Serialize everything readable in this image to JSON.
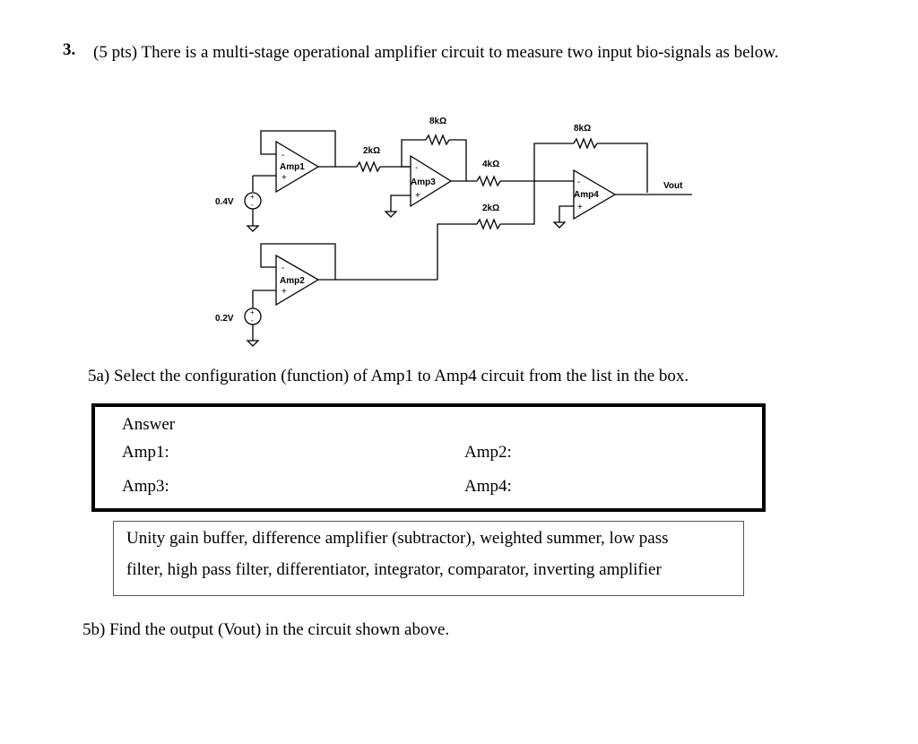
{
  "question": {
    "number": "3.",
    "text": "(5 pts) There is a multi-stage operational amplifier circuit to measure two input bio-signals as below."
  },
  "circuit": {
    "resistors": {
      "r_amp1_in": "2kΩ",
      "r_amp3_fb": "8kΩ",
      "r_amp4_in_a": "4kΩ",
      "r_amp4_in_b": "2kΩ",
      "r_amp4_fb": "8kΩ"
    },
    "amplifiers": {
      "amp1": "Amp1",
      "amp2": "Amp2",
      "amp3": "Amp3",
      "amp4": "Amp4"
    },
    "sources": {
      "v1": "0.4V",
      "v2": "0.2V"
    },
    "output_label": "Vout",
    "minus": "-",
    "plus": "+"
  },
  "q5a": "5a) Select the configuration (function) of Amp1 to Amp4 circuit from the list in the box.",
  "answer_box": {
    "heading": "Answer",
    "amp1": "Amp1:",
    "amp2": "Amp2:",
    "amp3": "Amp3:",
    "amp4": "Amp4:"
  },
  "options": {
    "line1": "Unity gain buffer, difference amplifier (subtractor), weighted summer, low pass",
    "line2": "filter, high pass filter, differentiator, integrator, comparator, inverting amplifier"
  },
  "q5b": "5b) Find the output (Vout) in the circuit shown above."
}
